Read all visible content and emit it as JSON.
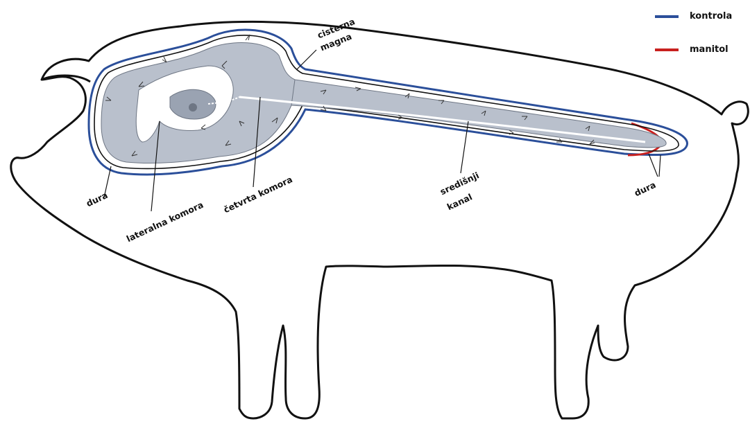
{
  "legend": {
    "items": [
      {
        "label": "kontrola",
        "color": "#2b4f9a"
      },
      {
        "label": "manitol",
        "color": "#c8201e"
      }
    ]
  },
  "labels": {
    "cisterna": "cisterna",
    "magna": "magna",
    "dura_left": "dura",
    "lateralna_komora": "lateralna komora",
    "cetvrta_komora": "četvrta komora",
    "sredisnji": "središnji",
    "kanal": "kanal",
    "dura_right": "dura"
  },
  "colors": {
    "outline": "#111111",
    "tissue": "#b9c0cc",
    "tissue_dark": "#9aa3b2",
    "dura_control": "#2b4f9a",
    "dura_mannitol": "#c8201e"
  }
}
